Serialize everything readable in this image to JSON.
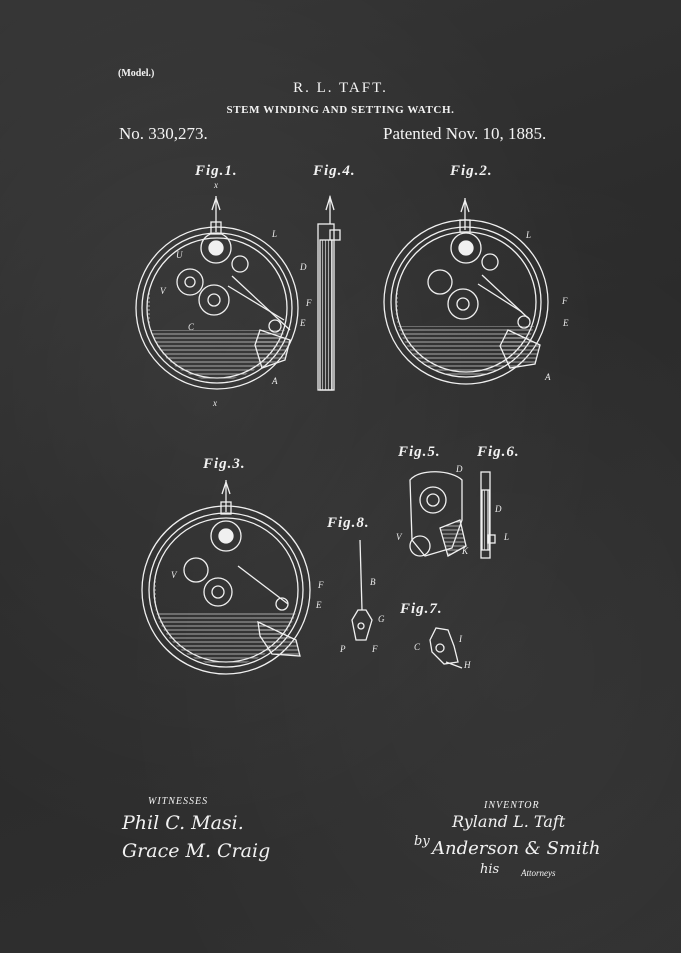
{
  "header": {
    "model": "(Model.)",
    "inventor_name": "R. L. TAFT.",
    "title": "STEM WINDING AND SETTING WATCH.",
    "patent_number": "No. 330,273.",
    "patent_date": "Patented Nov. 10, 1885."
  },
  "figures": {
    "fig1": "Fig.1.",
    "fig2": "Fig.2.",
    "fig3": "Fig.3.",
    "fig4": "Fig.4.",
    "fig5": "Fig.5.",
    "fig6": "Fig.6.",
    "fig7": "Fig.7.",
    "fig8": "Fig.8."
  },
  "footer": {
    "witnesses_label": "WITNESSES",
    "witness1": "Phil C. Masi.",
    "witness2": "Grace M. Craig",
    "inventor_label": "INVENTOR",
    "inventor_signature": "Ryland L. Taft",
    "by": "by",
    "attorney_signature": "Anderson & Smith",
    "his": "his",
    "attorneys_label": "Attorneys"
  },
  "palette": {
    "chalk": "#f2f2f2",
    "board": "#2e2e2e"
  }
}
